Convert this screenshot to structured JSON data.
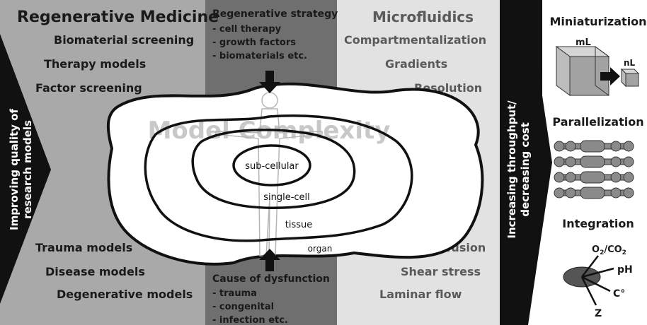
{
  "left": {
    "title": "Regenerative Medicine",
    "top_items": [
      "Biomaterial screening",
      "Therapy models",
      "Factor screening"
    ],
    "bottom_items": [
      "Trauma models",
      "Disease models",
      "Degenerative models"
    ]
  },
  "left_arrow": {
    "line1": "Improving quality of",
    "line2": "research models"
  },
  "center_top": {
    "title": "Regenerative strategy",
    "items": [
      "- cell therapy",
      "- growth factors",
      "- biomaterials etc."
    ]
  },
  "center_bottom": {
    "title": "Cause  of dysfunction",
    "items": [
      "- trauma",
      "- congenital",
      "- infection etc."
    ]
  },
  "center": {
    "watermark": "Model Complexity",
    "levels": [
      "sub-cellular",
      "single-cell",
      "tissue",
      "organ"
    ]
  },
  "right": {
    "title": "Microfluidics",
    "top_items": [
      "Compartmentalization",
      "Gradients",
      "Resolution"
    ],
    "bottom_items": [
      "Perfusion",
      "Shear stress",
      "Laminar flow"
    ]
  },
  "right_arrow": {
    "line1": "Increasing throughput/",
    "line2": "decreasing cost"
  },
  "far_right": {
    "miniaturization": {
      "title": "Miniaturization",
      "big_label": "mL",
      "small_label": "nL"
    },
    "parallelization": {
      "title": "Parallelization"
    },
    "integration": {
      "title": "Integration",
      "o2_main": "O",
      "o2_sub": "2",
      "o2_mid": "/CO",
      "o2_sub2": "2",
      "labels": [
        "pH",
        "C°",
        "Z"
      ]
    }
  }
}
